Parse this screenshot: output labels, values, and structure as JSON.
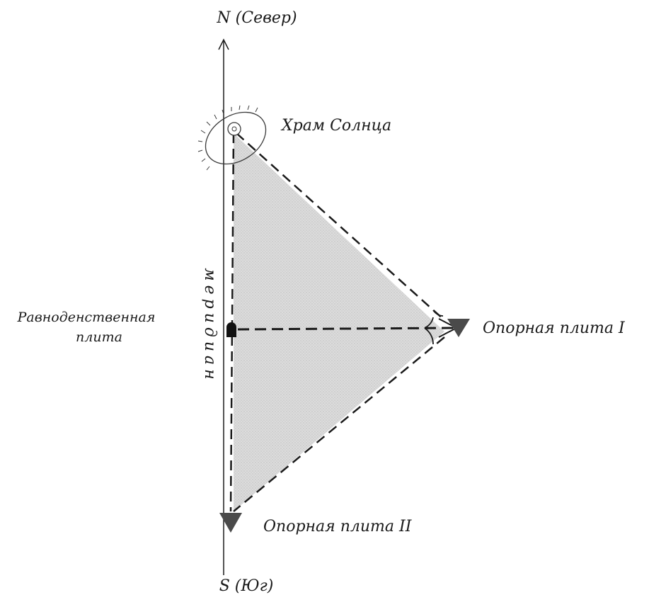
{
  "labels": {
    "north": "N (Север)",
    "south": "S (Юг)",
    "meridian": "меридиан",
    "sun_temple": "Храм Солнца",
    "equinox_plate_line1": "Равноденственная",
    "equinox_plate_line2": "плита",
    "support_plate_1": "Опорная плита I",
    "support_plate_2": "Опорная плита II"
  },
  "colors": {
    "fill": "#d4d4d4",
    "line": "#1a1a1a",
    "marker": "#4a4a4a"
  }
}
